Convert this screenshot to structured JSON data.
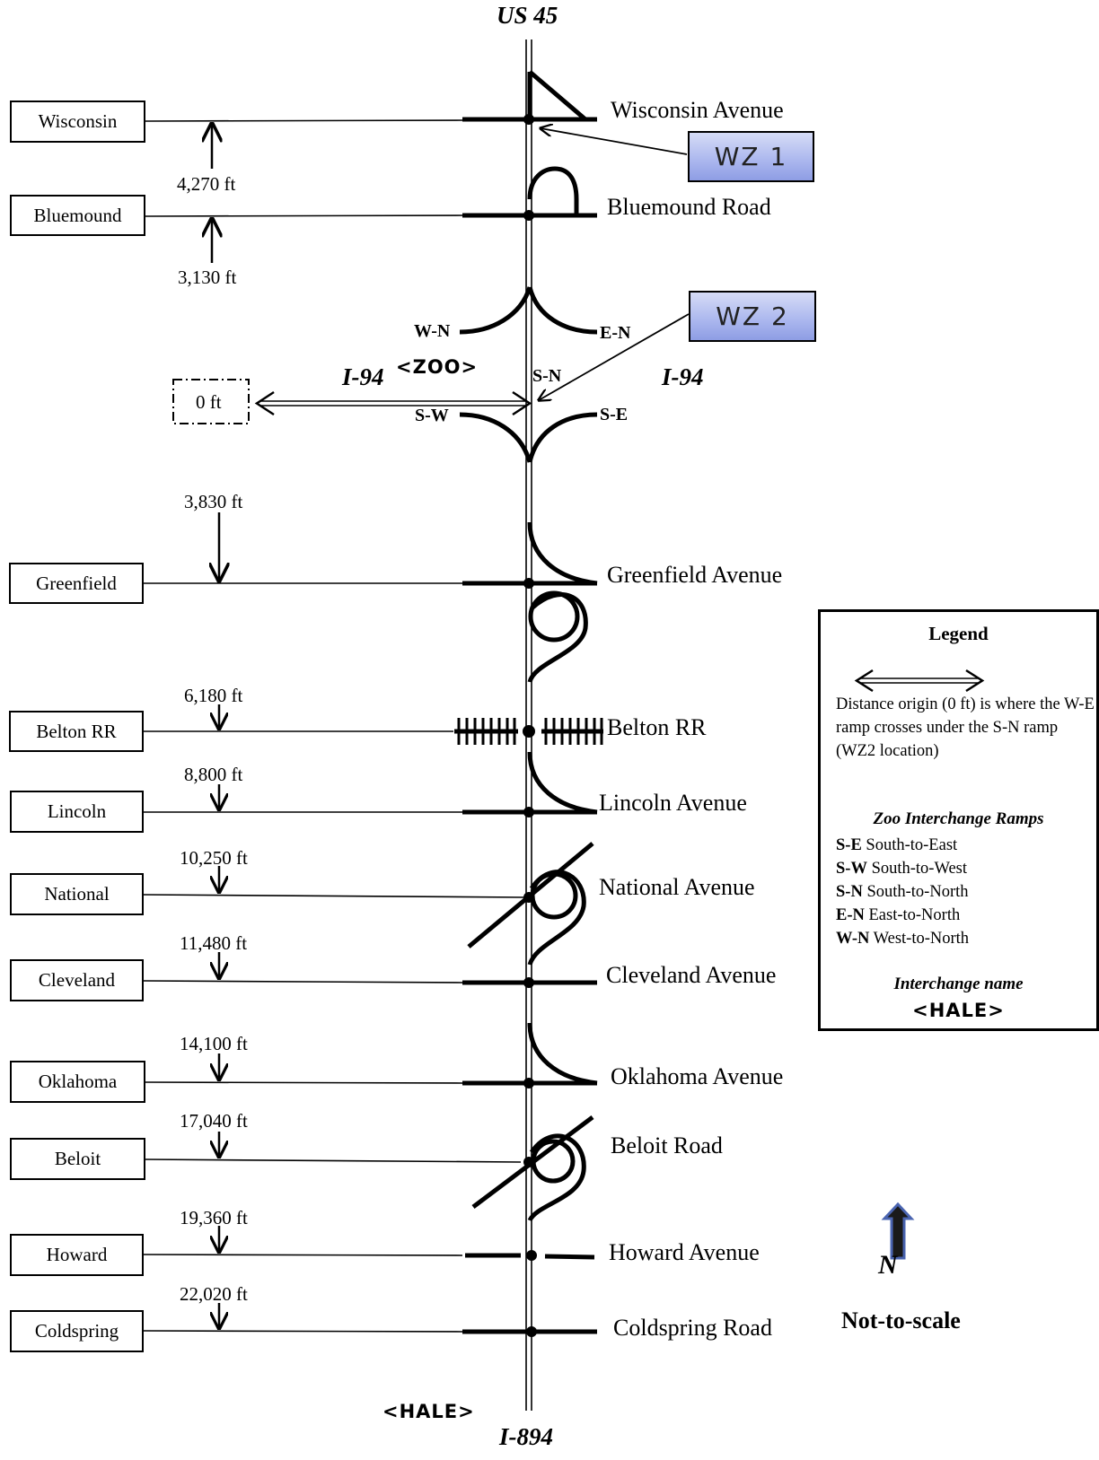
{
  "highways": {
    "north": "US 45",
    "south": "I-894",
    "west_i94": "I-94",
    "east_i94": "I-94"
  },
  "interchange_labels": {
    "zoo": "<ZOO>",
    "hale": "<HALE>"
  },
  "origin": {
    "label": "0 ft"
  },
  "work_zones": [
    {
      "label": "WZ 1"
    },
    {
      "label": "WZ 2"
    }
  ],
  "ramps_on_diagram": {
    "wn": "W-N",
    "en": "E-N",
    "sn": "S-N",
    "sw": "S-W",
    "se": "S-E"
  },
  "crossings": [
    {
      "short": "Wisconsin",
      "full": "Wisconsin Avenue",
      "distance": "4,270 ft"
    },
    {
      "short": "Bluemound",
      "full": "Bluemound Road",
      "distance": "3,130 ft"
    },
    {
      "short": "Greenfield",
      "full": "Greenfield Avenue",
      "distance": "3,830 ft"
    },
    {
      "short": "Belton RR",
      "full": "Belton RR",
      "distance": "6,180 ft"
    },
    {
      "short": "Lincoln",
      "full": "Lincoln Avenue",
      "distance": "8,800 ft"
    },
    {
      "short": "National",
      "full": "National Avenue",
      "distance": "10,250 ft"
    },
    {
      "short": "Cleveland",
      "full": "Cleveland Avenue",
      "distance": "11,480 ft"
    },
    {
      "short": "Oklahoma",
      "full": "Oklahoma Avenue",
      "distance": "14,100 ft"
    },
    {
      "short": "Beloit",
      "full": "Beloit Road",
      "distance": "17,040 ft"
    },
    {
      "short": "Howard",
      "full": "Howard Avenue",
      "distance": "19,360 ft"
    },
    {
      "short": "Coldspring",
      "full": "Coldspring Road",
      "distance": "22,020 ft"
    }
  ],
  "legend": {
    "title": "Legend",
    "origin_note": "Distance origin (0 ft) is where the W-E ramp crosses under the S-N ramp (WZ2 location)",
    "ramps_title": "Zoo Interchange Ramps",
    "ramps": [
      {
        "code": "S-E",
        "desc": "South-to-East"
      },
      {
        "code": "S-W",
        "desc": "South-to-West"
      },
      {
        "code": "S-N",
        "desc": "South-to-North"
      },
      {
        "code": "E-N",
        "desc": "East-to-North"
      },
      {
        "code": "W-N",
        "desc": "West-to-North"
      }
    ],
    "interchange_name_title": "Interchange name",
    "interchange_name_example": "<HALE>"
  },
  "north_label": "N",
  "scale_note": "Not-to-scale"
}
